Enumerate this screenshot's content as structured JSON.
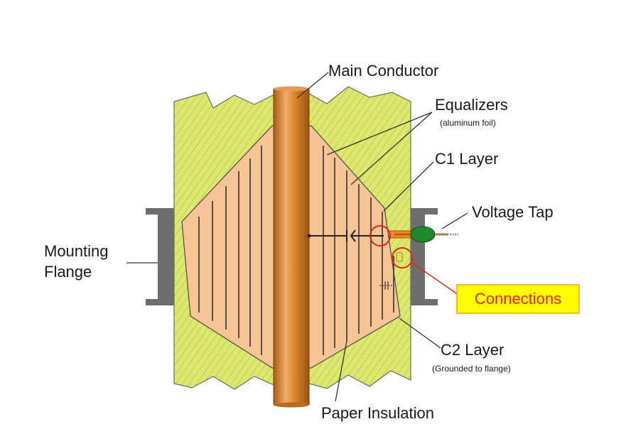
{
  "labels": {
    "main_conductor": "Main Conductor",
    "equalizers": "Equalizers",
    "equalizers_sub": "(aluminum foil)",
    "c1_layer": "C1 Layer",
    "voltage_tap": "Voltage Tap",
    "mounting_flange_1": "Mounting",
    "mounting_flange_2": "Flange",
    "connections": "Connections",
    "c2_layer": "C2 Layer",
    "c2_layer_sub": "(Grounded to flange)",
    "paper_insulation": "Paper Insulation"
  },
  "colors": {
    "filler": "#dde86f",
    "paper": "#f7c496",
    "conductor_mid": "#c8741b",
    "conductor_light": "#f3b070",
    "flange": "#6e6e6e",
    "tap_green": "#1f8a2a",
    "highlight_red": "#e8231c",
    "connections_box": "#ffff00"
  }
}
